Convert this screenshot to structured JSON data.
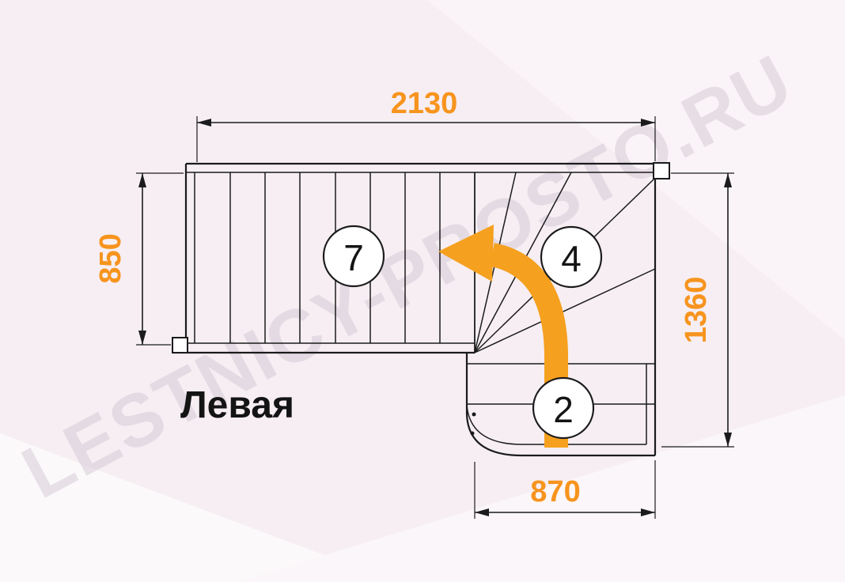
{
  "watermark": {
    "text": "LESTNICY-PROSTO.RU"
  },
  "plan": {
    "side_label": "Левая",
    "upper_flight_steps": "7",
    "winder_steps": "4",
    "lower_flight_steps": "2"
  },
  "dimensions": {
    "top_width": "2130",
    "left_height": "850",
    "right_height": "1360",
    "bottom_width": "870"
  },
  "colors": {
    "dimension_text": "#F7941E",
    "direction_arrow": "#F5A01E",
    "drawing_line": "#1b1b1b",
    "watermark": "#cfc3d0"
  }
}
